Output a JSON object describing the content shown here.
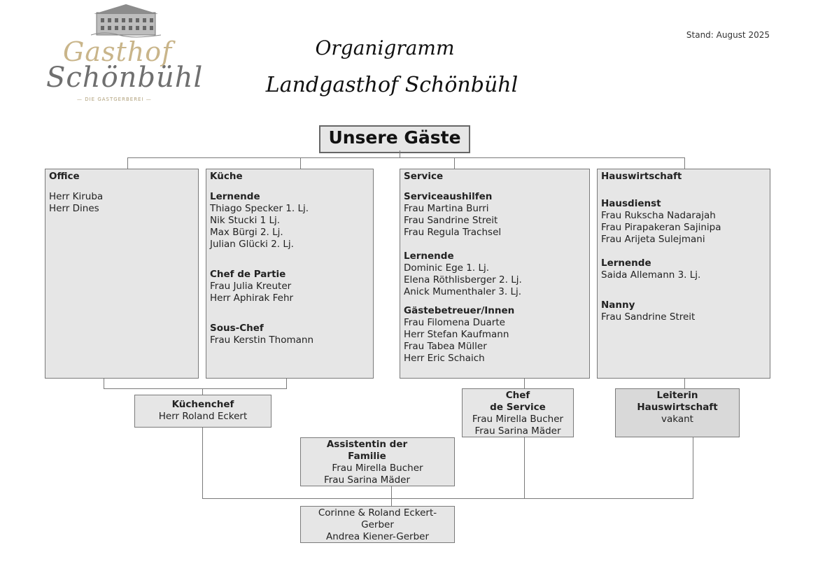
{
  "logo": {
    "line1": "Gasthof",
    "line2": "Schönbühl",
    "tagline": "— DIE GASTGERBEREI —"
  },
  "title": {
    "line1": "Organigramm",
    "line2": "Landgasthof Schönbühl"
  },
  "stand": "Stand: August 2025",
  "top": "Unsere Gäste",
  "office": {
    "header": "Office",
    "members": [
      "Herr Kiruba",
      "Herr Dines"
    ]
  },
  "kueche": {
    "header": "Küche",
    "lernende_title": "Lernende",
    "lernende": [
      "Thiago Specker 1. Lj.",
      "Nik Stucki 1 Lj.",
      "Max Bürgi 2. Lj.",
      "Julian Glücki 2. Lj."
    ],
    "partie_title": "Chef de Partie",
    "partie": [
      "Frau Julia Kreuter",
      "Herr Aphirak Fehr"
    ],
    "sous_title": "Sous-Chef",
    "sous": [
      "Frau Kerstin Thomann"
    ]
  },
  "service": {
    "header": "Service",
    "aushilfen_title": "Serviceaushilfen",
    "aushilfen": [
      "Frau Martina Burri",
      "Frau Sandrine Streit",
      "Frau Regula Trachsel"
    ],
    "lernende_title": "Lernende",
    "lernende": [
      "Dominic Ege 1. Lj.",
      "Elena Röthlisberger 2. Lj.",
      "Anick Mumenthaler 3. Lj."
    ],
    "betreuer_title": "Gästebetreuer/Innen",
    "betreuer": [
      "Frau Filomena Duarte",
      "Herr Stefan Kaufmann",
      "Frau Tabea Müller",
      "Herr Eric Schaich"
    ]
  },
  "hauswirtschaft": {
    "header": "Hauswirtschaft",
    "dienst_title": "Hausdienst",
    "dienst": [
      "Frau Rukscha Nadarajah",
      "Frau Pirapakeran Sajinipa",
      "Frau Arijeta Sulejmani"
    ],
    "lernende_title": "Lernende",
    "lernende": [
      "Saida Allemann 3. Lj."
    ],
    "nanny_title": "Nanny",
    "nanny": [
      "Frau Sandrine Streit"
    ]
  },
  "kuechenchef": {
    "title": "Küchenchef",
    "name": "Herr Roland Eckert"
  },
  "chef_service": {
    "title1": "Chef",
    "title2": "de Service",
    "names": [
      "Frau Mirella Bucher",
      "Frau Sarina Mäder"
    ]
  },
  "leiterin": {
    "title1": "Leiterin",
    "title2": "Hauswirtschaft",
    "name": "vakant"
  },
  "assistentin": {
    "title1": "Assistentin der",
    "title2": "Familie",
    "names": [
      "Frau Mirella Bucher",
      "Frau Sarina Mäder"
    ]
  },
  "owners": {
    "lines": [
      "Corinne & Roland Eckert-",
      "Gerber",
      "Andrea Kiener-Gerber"
    ]
  }
}
